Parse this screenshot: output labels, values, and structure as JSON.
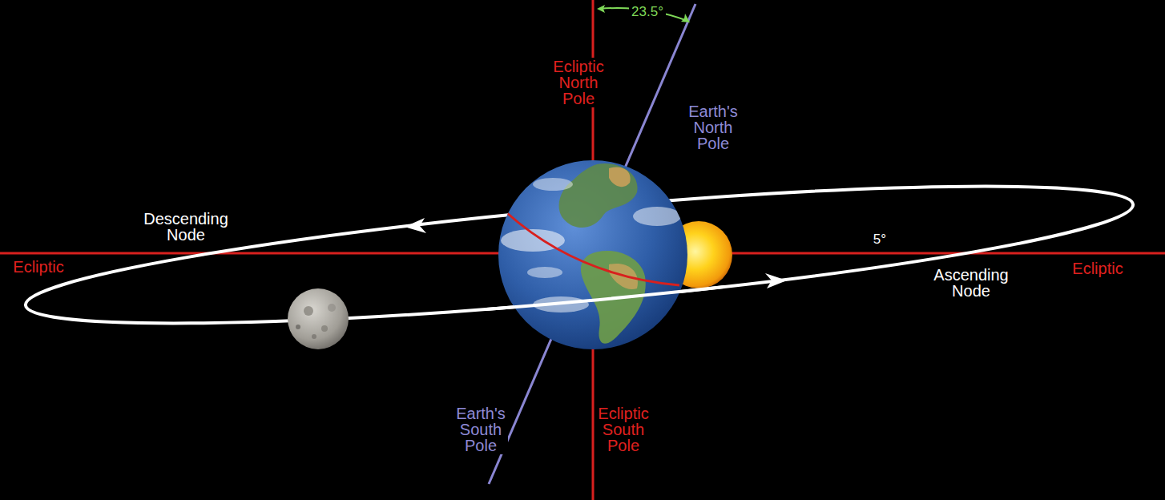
{
  "diagram": {
    "labels": [
      "23.5°",
      "Ecliptic North Pole",
      "Earth's North Pole",
      "Descending Node",
      "5°",
      "Ascending Node",
      "Ecliptic",
      "Ecliptic",
      "Earth's South Pole",
      "Ecliptic South Pole"
    ]
  }
}
